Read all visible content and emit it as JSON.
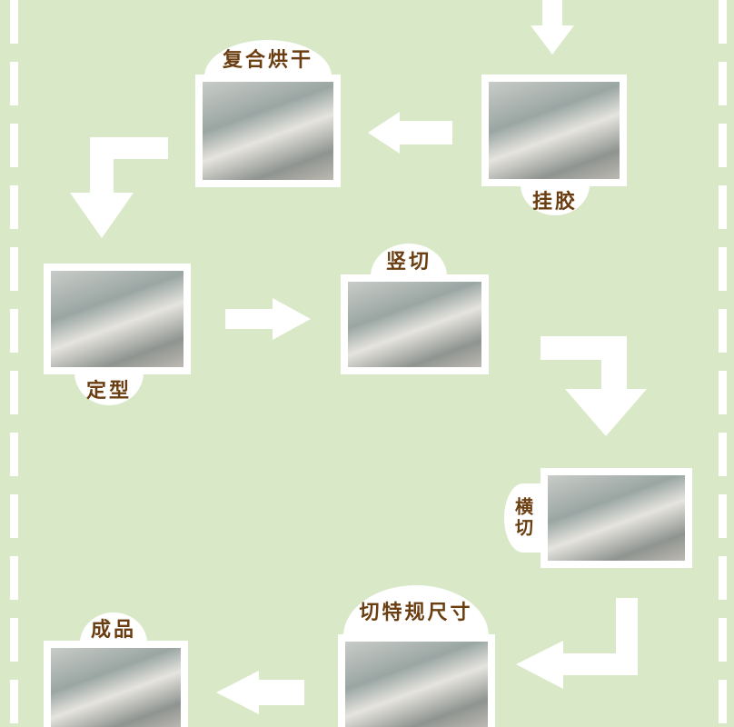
{
  "steps": [
    {
      "label": "挂胶"
    },
    {
      "label": "复合烘干"
    },
    {
      "label": "定型"
    },
    {
      "label": "竖切"
    },
    {
      "label": "横切"
    },
    {
      "label": "切特规尺寸"
    },
    {
      "label": "成品"
    }
  ],
  "colors": {
    "background": "#d9e9c8",
    "label": "#6b3e12",
    "arrow": "#ffffff"
  }
}
